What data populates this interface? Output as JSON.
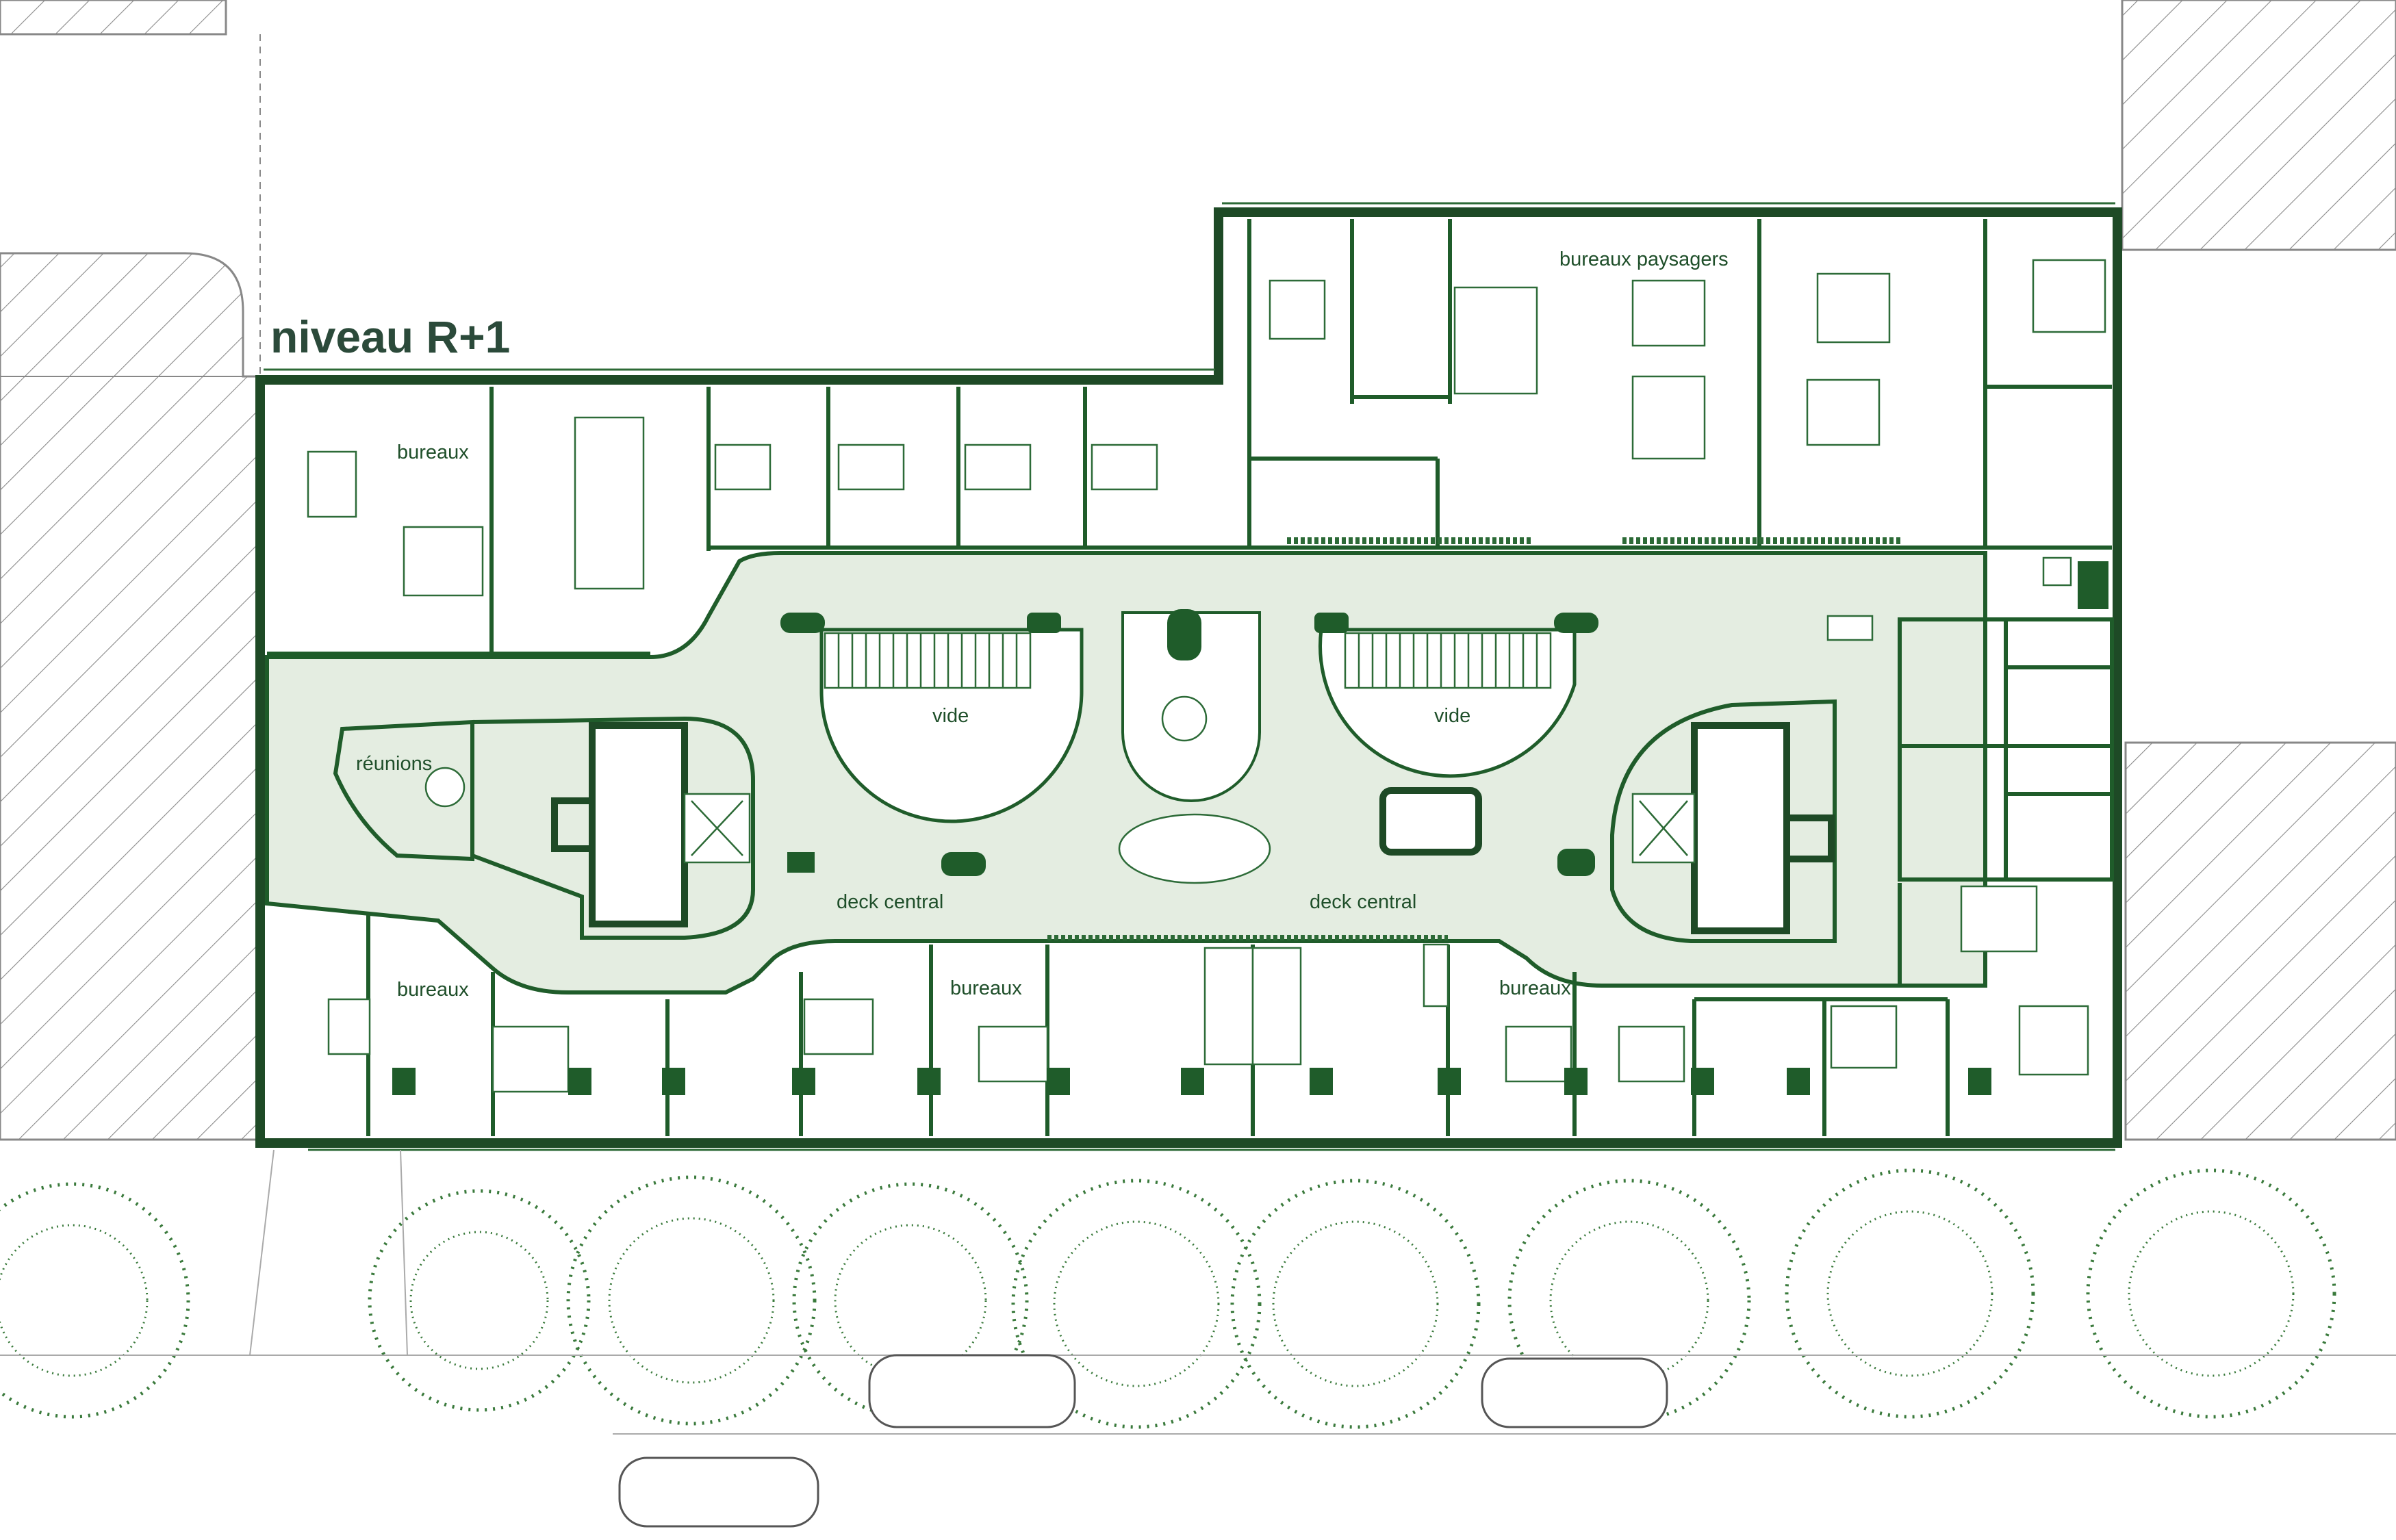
{
  "title": "niveau R+1",
  "labels": {
    "bureaux_paysagers": "bureaux paysagers",
    "bureaux_top_left": "bureaux",
    "reunions": "réunions",
    "vide_left": "vide",
    "vide_right": "vide",
    "deck_central_left": "deck central",
    "deck_central_right": "deck central",
    "bureaux_bottom_left": "bureaux",
    "bureaux_bottom_mid": "bureaux",
    "bureaux_bottom_right": "bureaux"
  },
  "colors": {
    "wall": "#1f5c2a",
    "deck_fill": "#e4ede1",
    "tree": "#3a7a3c",
    "hatch": "#888888",
    "title": "#2b4a3a"
  }
}
